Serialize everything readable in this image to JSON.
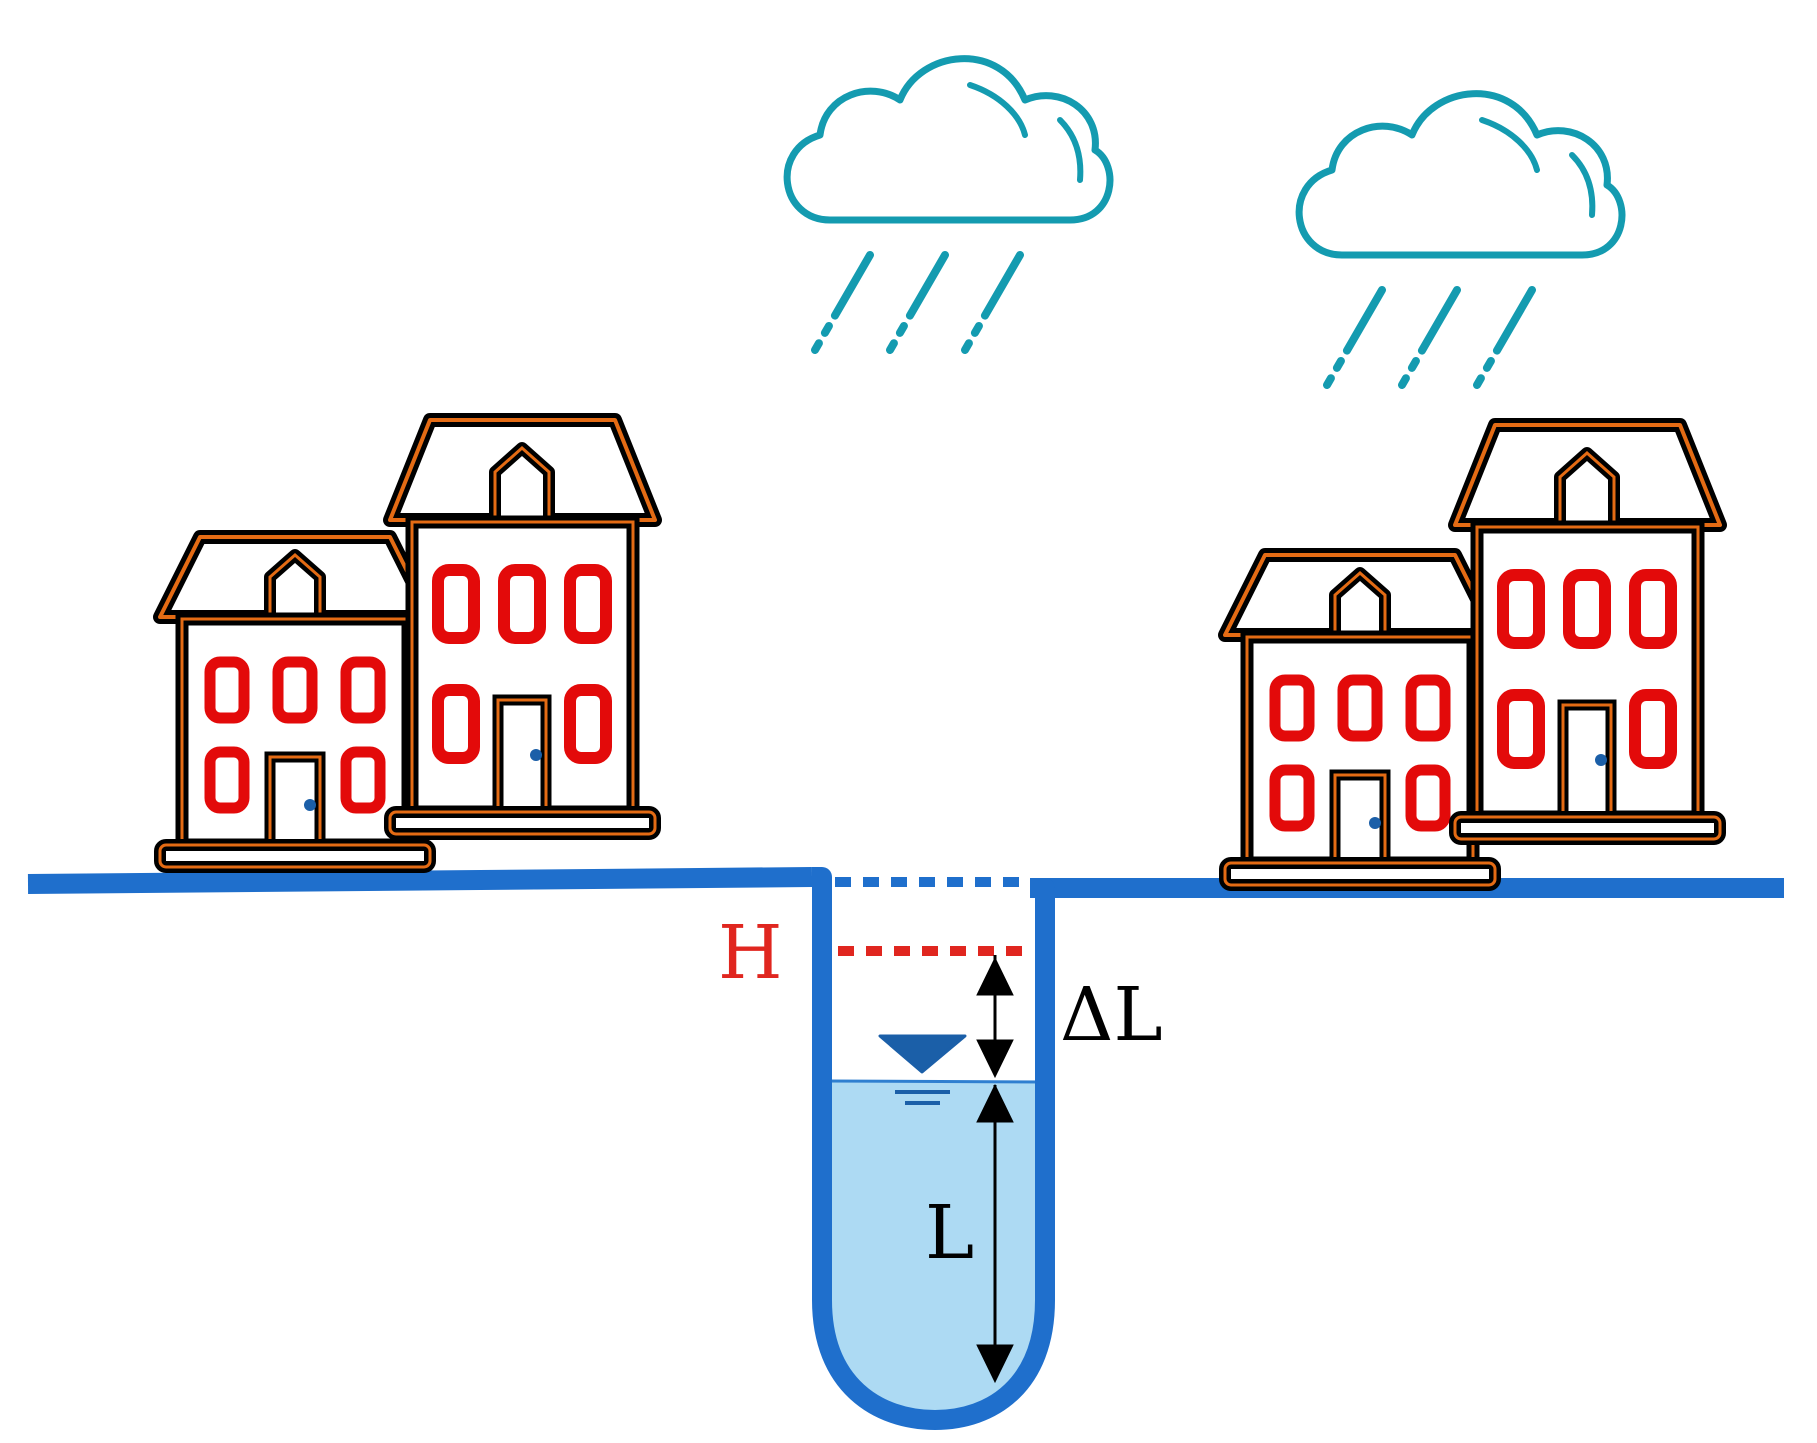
{
  "labels": {
    "h": "H",
    "delta_l": "ΔL",
    "l": "L"
  },
  "colors": {
    "ground": "#1f6fcc",
    "water_fill": "#a9d8f2",
    "water_line": "#2f7fd0",
    "cloud": "#149bb0",
    "building_outline": "#000000",
    "building_trim": "#e46b14",
    "window": "#e30a0a",
    "door_knob": "#1b5fa8",
    "h_line": "#e0261f",
    "arrow": "#000000"
  },
  "icons": {
    "clouds": "rain-cloud-icon",
    "buildings": "house-icon",
    "water_level": "water-level-icon"
  }
}
